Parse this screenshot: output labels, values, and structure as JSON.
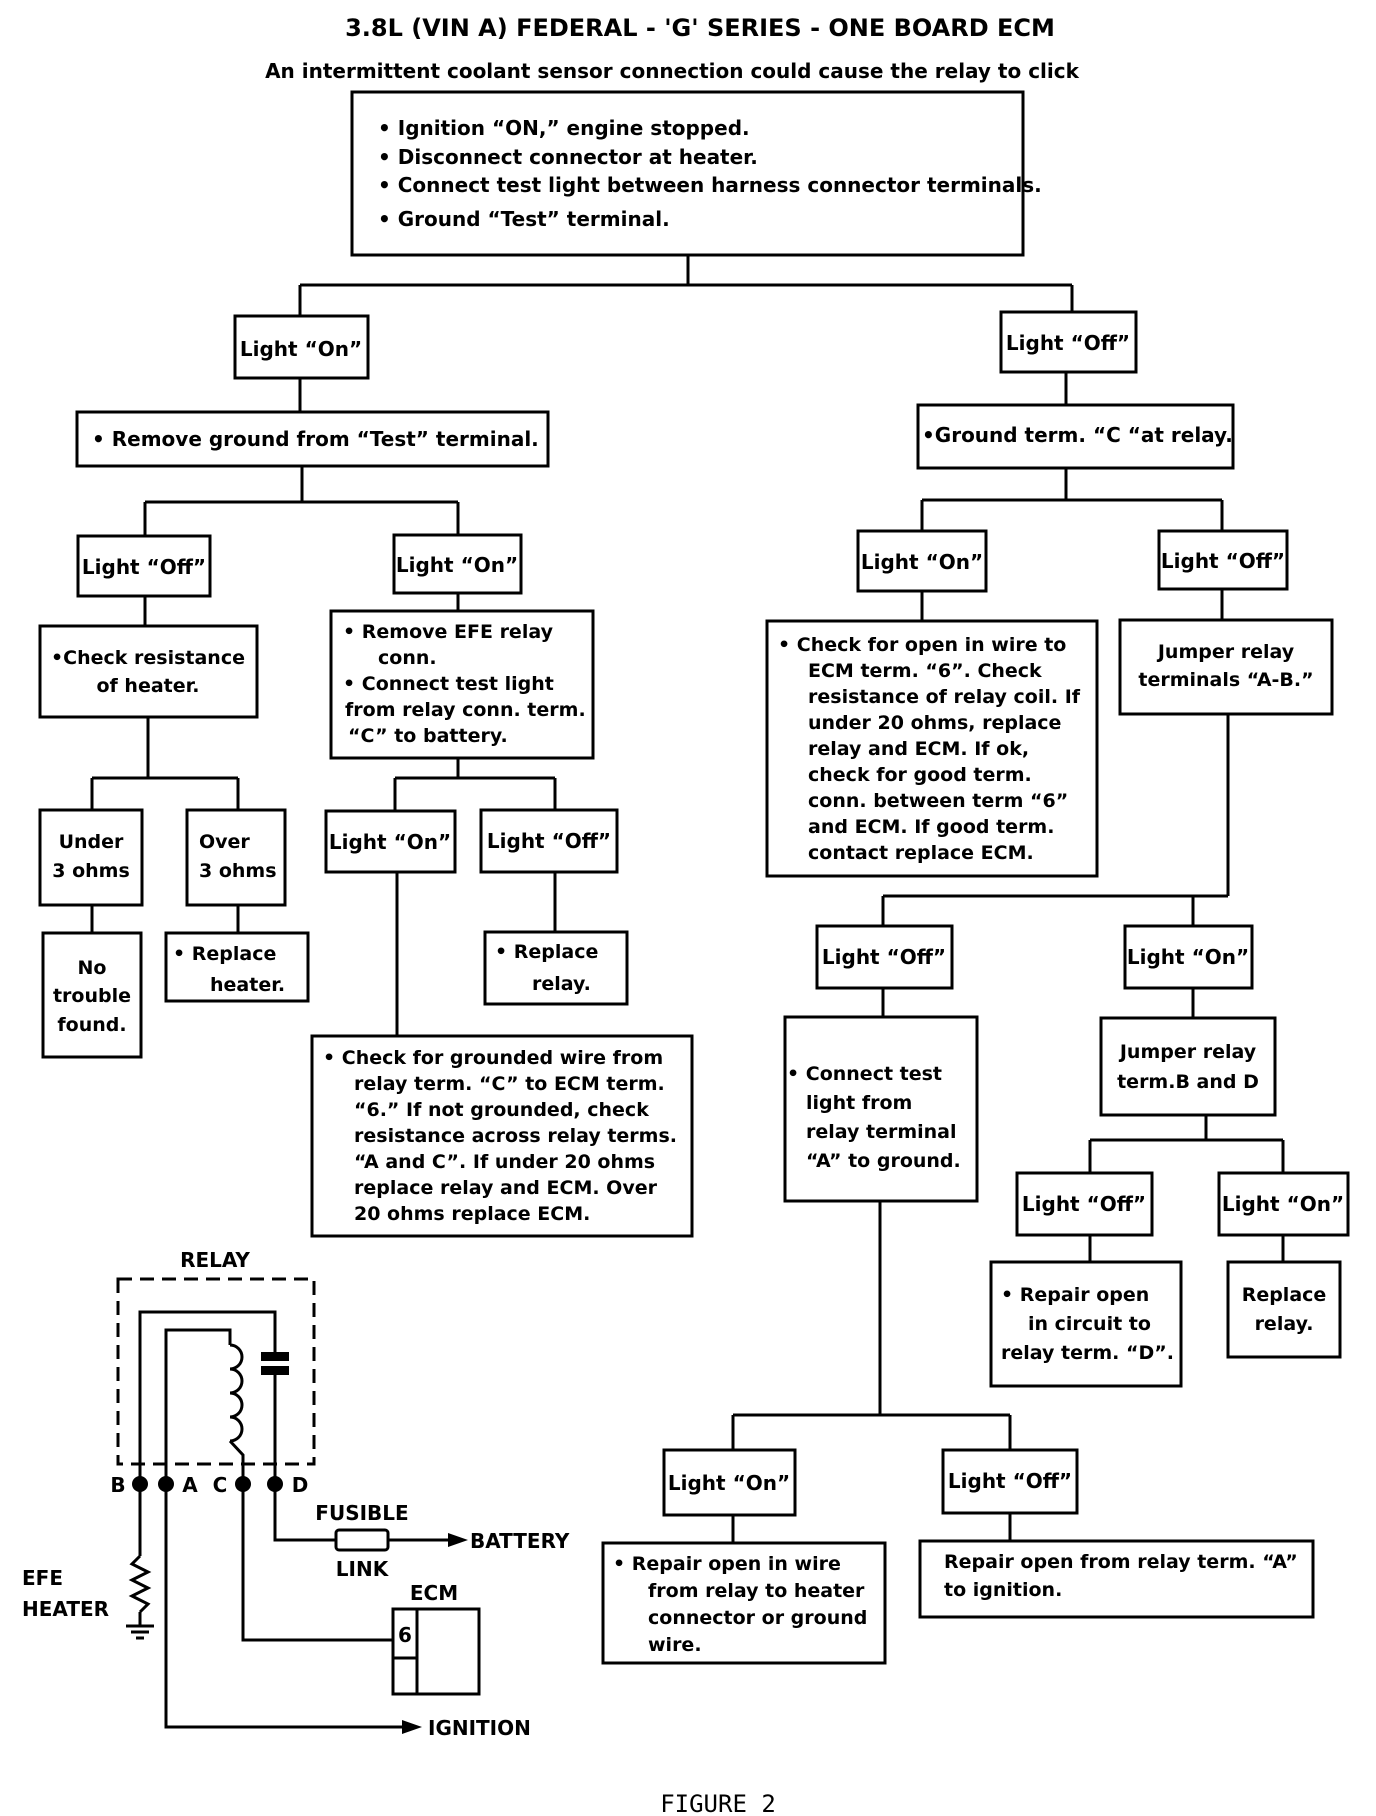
{
  "header": {
    "title": "3.8L (VIN A) FEDERAL - 'G' SERIES - ONE BOARD ECM",
    "subtitle": "An intermittent coolant sensor connection could cause the relay to click"
  },
  "nodes": {
    "start": [
      "• Ignition “ON,” engine stopped.",
      "• Disconnect connector at heater.",
      "• Connect test light between harness connector terminals.",
      "• Ground “Test” terminal."
    ],
    "l_on": "Light “On”",
    "r_off": "Light “Off”",
    "remove_ground": "• Remove ground from “Test” terminal.",
    "ground_c": "•Ground term. “C “at relay.",
    "ll_off": "Light “Off”",
    "lr_on": "Light “On”",
    "check_heater": [
      "•Check resistance",
      "of heater."
    ],
    "remove_efe": [
      "• Remove EFE relay",
      "conn.",
      "• Connect test light",
      "from relay conn. term.",
      "“C” to battery."
    ],
    "under3": [
      "Under",
      "3 ohms"
    ],
    "over3": [
      "Over",
      "3 ohms"
    ],
    "no_trouble": [
      "No",
      "trouble",
      "found."
    ],
    "replace_heater": [
      "• Replace",
      "heater."
    ],
    "efe_on": "Light “On”",
    "efe_off": "Light “Off”",
    "replace_relay1": [
      "• Replace",
      "relay."
    ],
    "check_grounded": [
      "• Check for grounded wire from",
      "relay term. “C” to ECM term.",
      "“6.” If not grounded, check",
      "resistance across relay terms.",
      "“A and C”. If under 20 ohms",
      "replace relay and ECM. Over",
      "20 ohms replace ECM."
    ],
    "rl_on": "Light “On”",
    "rr_off": "Light “Off”",
    "check_open6": [
      "• Check for open in wire to",
      "ECM term. “6”. Check",
      "resistance of relay coil. If",
      "under 20 ohms, replace",
      "relay and ECM. If ok,",
      "check for good term.",
      "conn. between term “6”",
      "and ECM. If good term.",
      "contact replace ECM."
    ],
    "jumper_ab": [
      "Jumper relay",
      "terminals “A-B.”"
    ],
    "ab_off": "Light “Off”",
    "ab_on": "Light “On”",
    "connect_a": [
      "• Connect test",
      "light from",
      "relay terminal",
      "“A” to ground."
    ],
    "jumper_bd": [
      "Jumper relay",
      "term.B and D"
    ],
    "bd_off": "Light “Off”",
    "bd_on": "Light “On”",
    "repair_d": [
      "• Repair open",
      "in circuit to",
      "relay term. “D”."
    ],
    "replace_relay2": [
      "Replace",
      "relay."
    ],
    "a_on": "Light “On”",
    "a_off": "Light “Off”",
    "repair_heater": [
      "• Repair open in wire",
      "from relay to heater",
      "connector or ground",
      "wire."
    ],
    "repair_ign": [
      "Repair open from relay term. “A”",
      "to ignition."
    ]
  },
  "schematic": {
    "relay_label": "RELAY",
    "terminals": [
      "B",
      "A",
      "C",
      "D"
    ],
    "fusible": "FUSIBLE",
    "link": "LINK",
    "battery": "BATTERY",
    "ecm": "ECM",
    "ecm_pin": "6",
    "efe": "EFE",
    "heater": "HEATER",
    "ignition": "IGNITION"
  },
  "caption": "FIGURE 2"
}
